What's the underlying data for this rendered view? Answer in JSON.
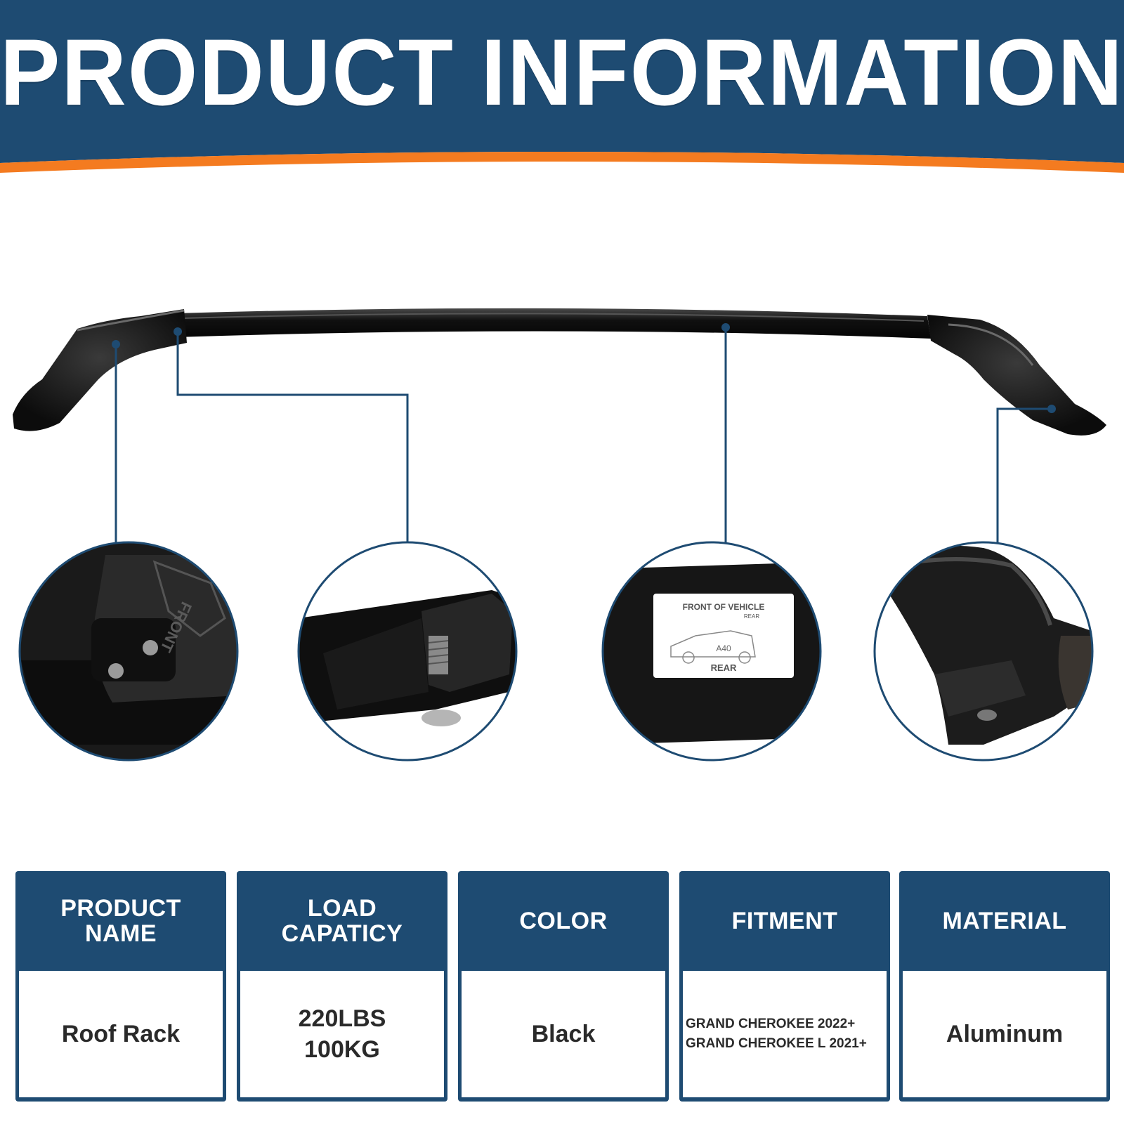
{
  "header": {
    "title": "PRODUCT INFORMATION",
    "colors": {
      "banner": "#1e4b72",
      "accent_stripe": "#f47b20"
    }
  },
  "product_image": {
    "description_icon": "roof-rack-crossbar-icon",
    "callouts": [
      {
        "name": "foot-front-label-detail",
        "icon": "front-arrow-plate-icon",
        "text": "FRONT"
      },
      {
        "name": "bar-profile-detail",
        "icon": "bolt-slot-icon"
      },
      {
        "name": "vehicle-label-detail",
        "icon": "vehicle-sticker-icon",
        "sticker": {
          "top": "FRONT OF VEHICLE",
          "sub": "REAR",
          "model": "A40",
          "bottom": "REAR"
        }
      },
      {
        "name": "end-cap-detail",
        "icon": "end-cap-icon"
      }
    ]
  },
  "specs": [
    {
      "label": "PRODUCT\nNAME",
      "value": "Roof Rack"
    },
    {
      "label": "LOAD\nCAPATICY",
      "value": "220LBS\n100KG"
    },
    {
      "label": "COLOR",
      "value": "Black"
    },
    {
      "label": "FITMENT",
      "value": "GRAND CHEROKEE 2022+\nGRAND CHEROKEE L 2021+"
    },
    {
      "label": "MATERIAL",
      "value": "Aluminum"
    }
  ]
}
